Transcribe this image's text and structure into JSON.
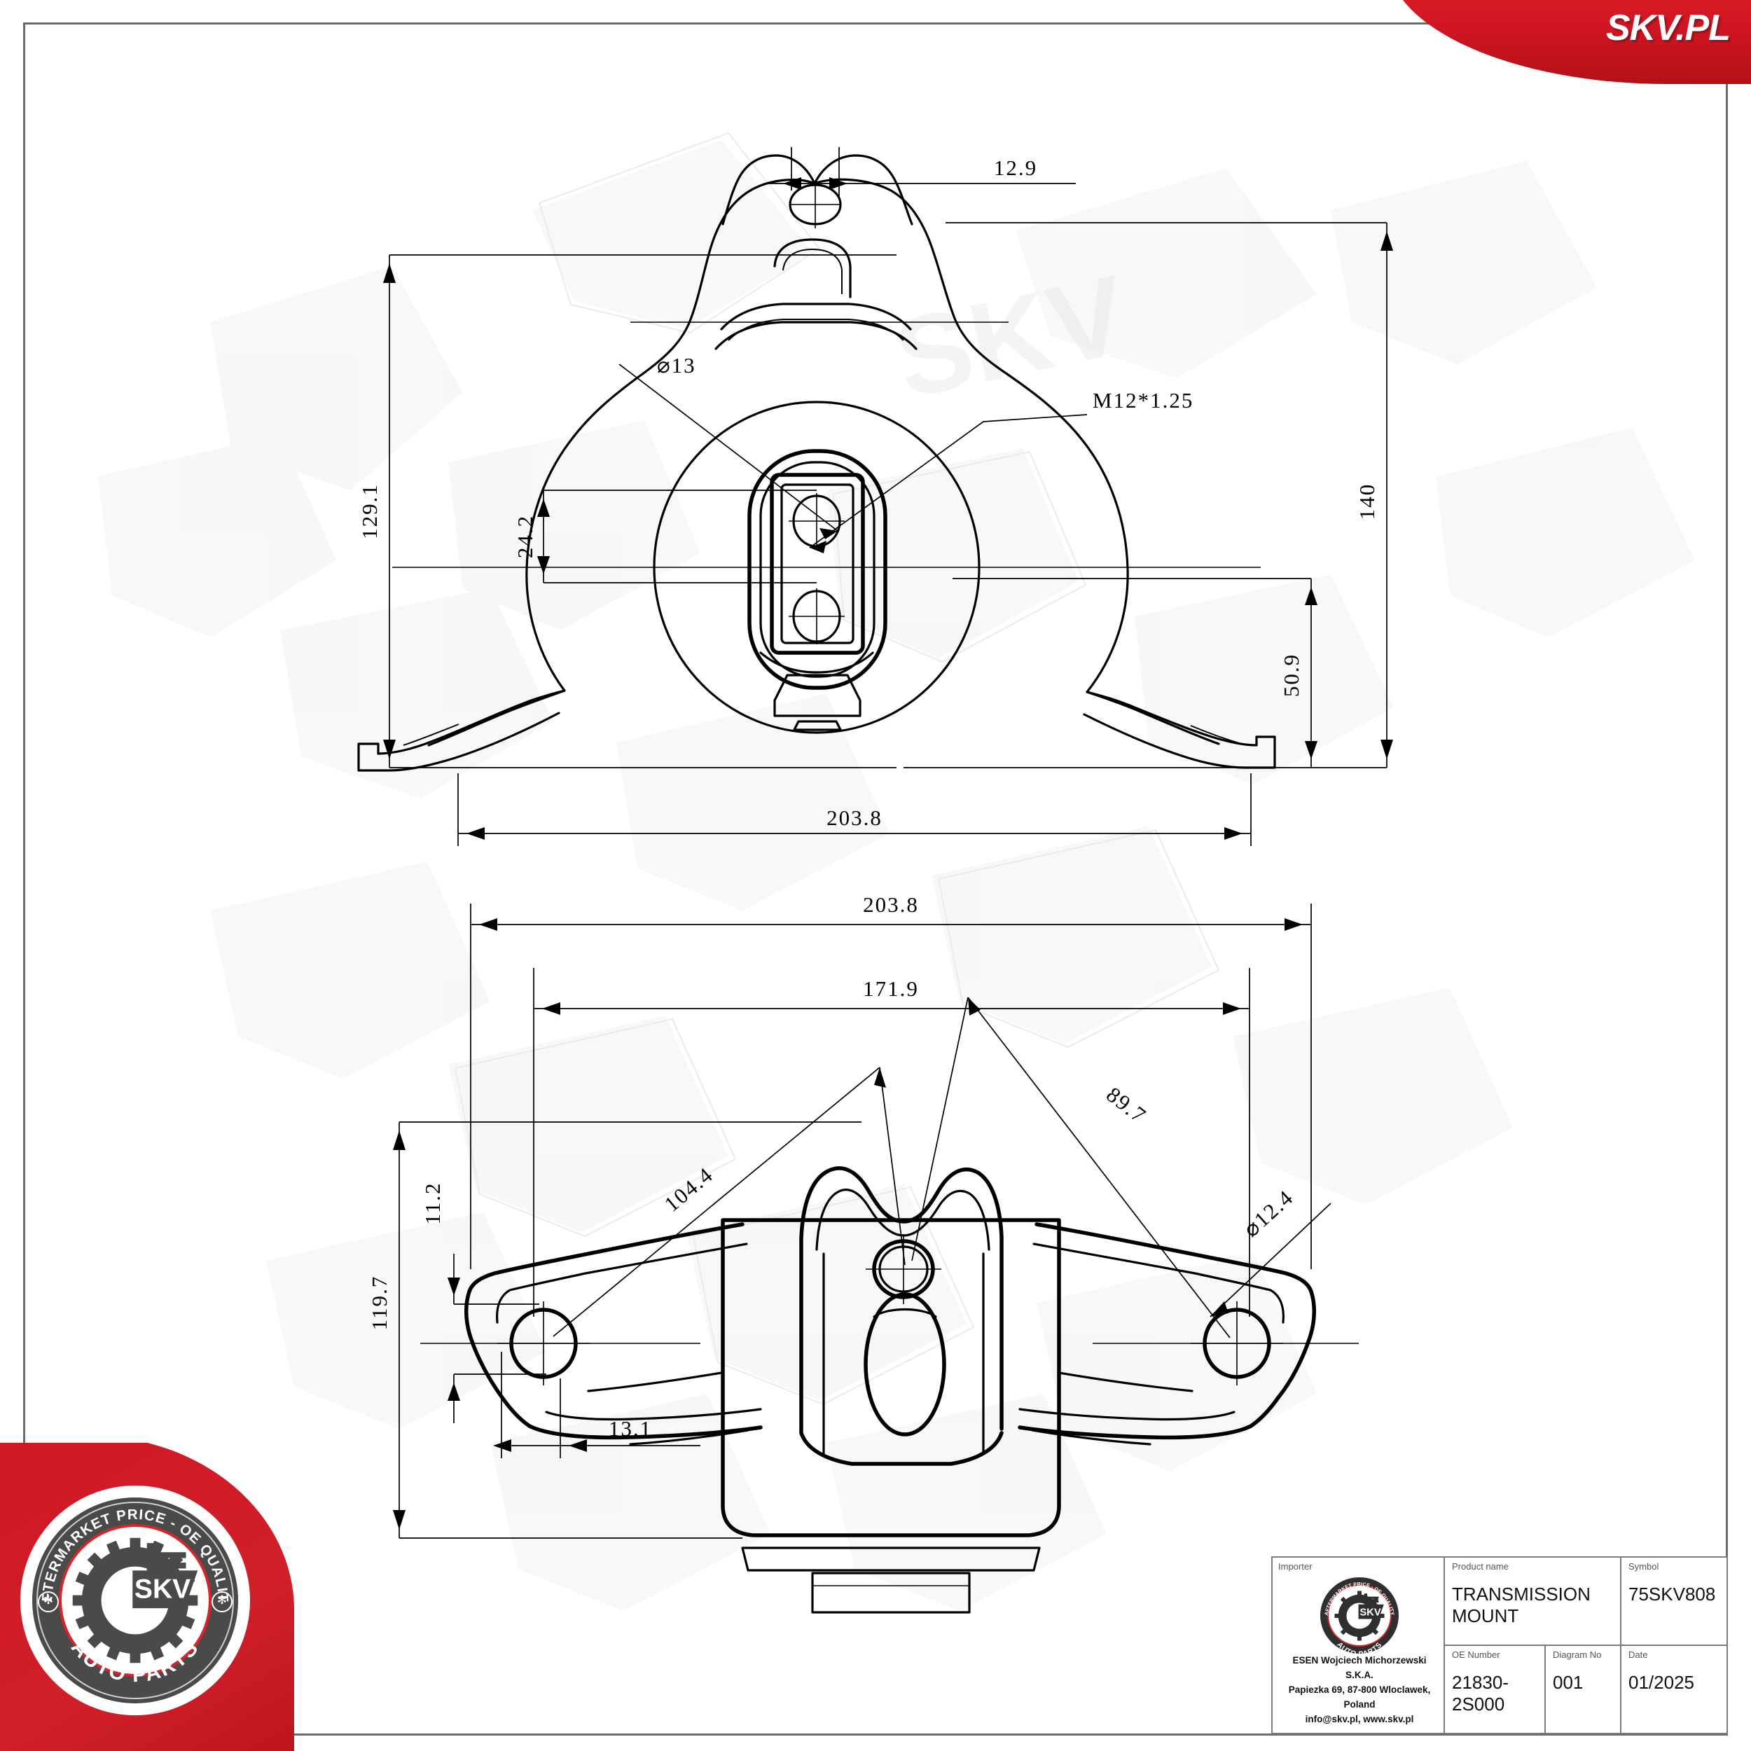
{
  "banner": {
    "logo_text": "SKV.PL"
  },
  "badge": {
    "top_arc": "AFTERMARKET PRICE - OE QUALITY",
    "bottom_arc": "AUTO PARTS",
    "center_text": "SKV",
    "star_glyph": "✻"
  },
  "title_block": {
    "importer_label": "Importer",
    "product_name_label": "Product name",
    "symbol_label": "Symbol",
    "oe_number_label": "OE Number",
    "diagram_no_label": "Diagram No",
    "date_label": "Date",
    "product_name": "TRANSMISSION MOUNT",
    "symbol": "75SKV808",
    "oe_number": "21830-2S000",
    "diagram_no": "001",
    "date": "01/2025",
    "company": "ESEN Wojciech Michorzewski S.K.A.",
    "address": "Papiezka 69, 87-800 Wloclawek, Poland",
    "contact": "info@skv.pl, www.skv.pl",
    "badge_center": "SKV",
    "badge_top_arc": "AFTERMARKET PRICE - OE QUALITY",
    "badge_bottom_arc": "AUTO PARTS"
  },
  "drawing": {
    "title": "TRANSMISSION MOUNT",
    "views": [
      {
        "name": "front-view",
        "label": "top drawing"
      },
      {
        "name": "top-view",
        "label": "bottom drawing"
      }
    ],
    "dimensions_front": {
      "d_12_9": "12.9",
      "d_129_1": "129.1",
      "d_24_2": "24.2",
      "d_dia13": "⌀13",
      "d_m12": "M12*1.25",
      "d_140": "140",
      "d_50_9": "50.9",
      "d_203_8": "203.8"
    },
    "dimensions_top": {
      "d_203_8": "203.8",
      "d_171_9": "171.9",
      "d_104_4": "104.4",
      "d_89_7": "89.7",
      "d_dia12_4": "⌀12.4",
      "d_11_2": "11.2",
      "d_119_7": "119.7",
      "d_13_1": "13.1"
    }
  },
  "colors": {
    "brand_red": "#cf1622",
    "frame_gray": "#6b6b6b",
    "line_black": "#000000"
  }
}
